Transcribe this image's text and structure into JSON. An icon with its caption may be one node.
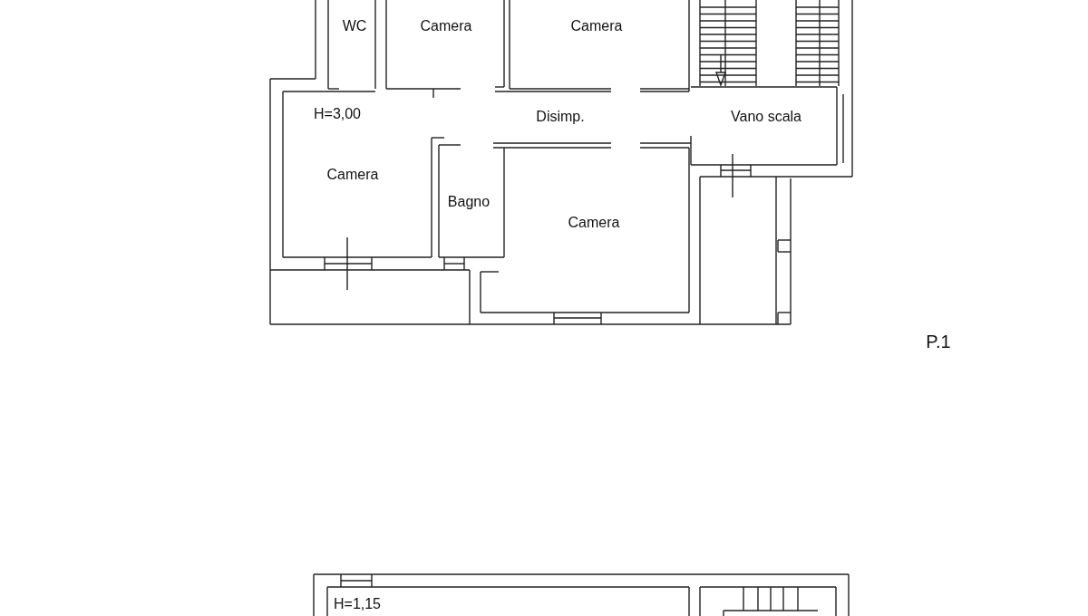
{
  "diagram": {
    "labels": [
      "WC",
      "Camera",
      "Camera",
      "H=3,00",
      "Disimp.",
      "Vano scala",
      "Camera",
      "Bagno",
      "Camera",
      "P.1",
      "H=1,15"
    ]
  }
}
